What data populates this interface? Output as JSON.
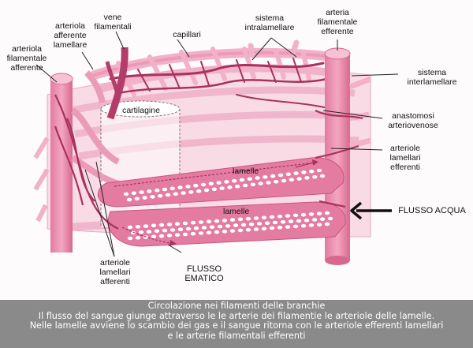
{
  "labels": {
    "arteriola_filamentale_afferente": [
      "arteriola",
      "filamentale",
      "afferente"
    ],
    "arteriola_afferente_lamellare": [
      "arteriola",
      "afferente",
      "lamellare"
    ],
    "vene_filamentali": [
      "vene",
      "filamentali"
    ],
    "capillari": "capillari",
    "sistema_intralamellare": [
      "sistema",
      "intralamellare"
    ],
    "arteria_filamentale_efferente": [
      "arteria",
      "filamentale",
      "efferente"
    ],
    "sistema_interlamellare": [
      "sistema",
      "interlamellare"
    ],
    "cartilagine": "cartilagine",
    "anastomosi_arteriovenose": [
      "anastomosi",
      "arteriovenose"
    ],
    "arteriole_lamellari_efferenti": [
      "arteriole",
      "lamellari",
      "efferenti"
    ],
    "lamelle_upper": "lamelle",
    "lamelle_lower": "lamelle",
    "flusso_acqua": "FLUSSO ACQUA",
    "arteriole_lamellari_afferenti": [
      "arteriole",
      "lamellari",
      "afferenti"
    ],
    "flusso_ematico": [
      "FLUSSO",
      "EMATICO"
    ]
  },
  "caption": [
    "Circolazione nei filamenti delle branchie",
    "Il flusso del sangue giunge attraverso le le arterie dei filamentie le arteriole delle lamelle.",
    "Nelle lamelle avviene lo scambio dei gas e il  sangue ritorna con le arteriole efferenti lamellari",
    "e le arterie filamentali efferenti"
  ],
  "colors": {
    "tissue_light": "#f4b6cc",
    "tissue_mid": "#e98cab",
    "vessel_dark": "#a8325f",
    "caption_bg": "#8a8a8a"
  }
}
